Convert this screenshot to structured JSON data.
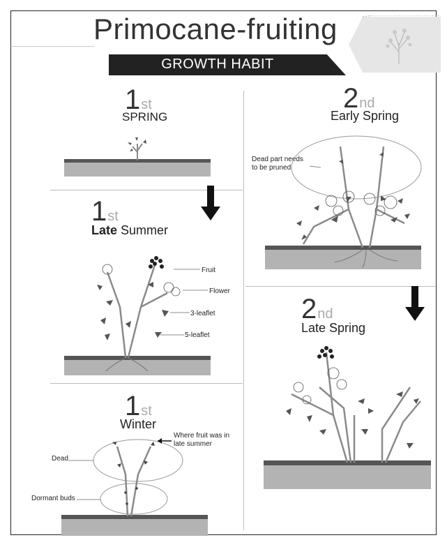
{
  "header": {
    "title": "Primocane-fruiting",
    "banner": "GROWTH HABIT"
  },
  "stages": [
    {
      "num": "1",
      "suffix": "st",
      "label": "SPRING"
    },
    {
      "num": "2",
      "suffix": "nd",
      "label": "Early Spring"
    },
    {
      "num": "1",
      "suffix": "st",
      "label_bold": "Late",
      "label_rest": " Summer"
    },
    {
      "num": "2",
      "suffix": "nd",
      "label": "Late Spring"
    },
    {
      "num": "1",
      "suffix": "st",
      "label": "Winter"
    }
  ],
  "annotations": {
    "dead_part": "Dead part needs to be pruned",
    "fruit": "Fruit",
    "flower": "Flower",
    "leaflet3": "3-leaflet",
    "leaflet5": "5-leaflet",
    "where_fruit": "Where fruit was in late summer",
    "dead": "Dead",
    "dormant": "Dormant buds"
  },
  "colors": {
    "soil_top": "#555555",
    "soil": "#b3b3b3",
    "cane": "#8a8a8a",
    "leaf": "#5a5a5a",
    "fruit": "#222222"
  }
}
